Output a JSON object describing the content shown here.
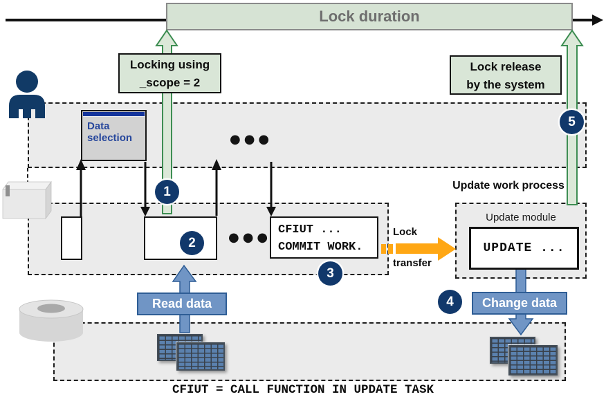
{
  "timeline": {
    "label": "Lock duration"
  },
  "annotations": {
    "locking_line1": "Locking using",
    "locking_line2": "_scope = 2",
    "release_line1": "Lock release",
    "release_line2": "by the system",
    "update_work_process": "Update work process",
    "update_module": "Update module",
    "lock_transfer_line1": "Lock",
    "lock_transfer_line2": "transfer",
    "read_data": "Read data",
    "change_data": "Change data"
  },
  "window": {
    "title_line1": "Data",
    "title_line2": "selection"
  },
  "code": {
    "cfiut_line1": "CFIUT ...",
    "cfiut_line2": "COMMIT WORK.",
    "update_statement": "UPDATE ...",
    "caption": "CFIUT = CALL FUNCTION IN UPDATE TASK"
  },
  "steps": {
    "step1": "1",
    "step2": "2",
    "step3": "3",
    "step4": "4",
    "step5": "5"
  },
  "ellipsis": "●●●",
  "colors": {
    "badge_navy": "#11386b",
    "green_fill": "#d9e6d7",
    "green_stroke": "#3e8e53",
    "bar_fill": "#d6e3d4",
    "orange": "#ffa714",
    "blue_fill": "#7095c5",
    "blue_border": "#2e5d95",
    "lane_gray": "#ebebeb"
  }
}
